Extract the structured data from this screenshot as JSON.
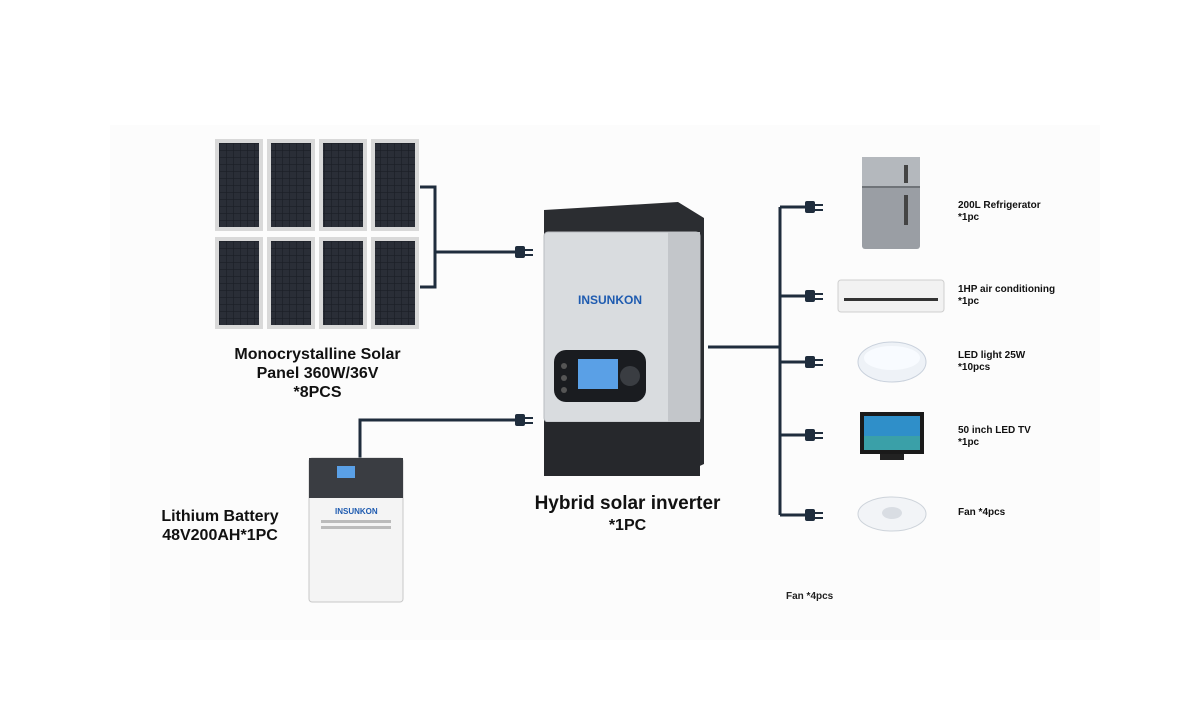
{
  "diagram": {
    "solar_panel": {
      "line1": "Monocrystalline Solar",
      "line2": "Panel 360W/36V",
      "line3": "*8PCS"
    },
    "battery": {
      "line1": "Lithium Battery",
      "line2": "48V200AH*1PC"
    },
    "inverter": {
      "line1": "Hybrid solar inverter",
      "line2": "*1PC",
      "brand": "INSUNKON"
    },
    "loads": [
      {
        "name": "200L Refrigerator",
        "qty": "*1pc",
        "icon": "refrigerator-icon"
      },
      {
        "name": "1HP air conditioning",
        "qty": "*1pc",
        "icon": "air-conditioner-icon"
      },
      {
        "name": "LED light 25W",
        "qty": "*10pcs",
        "icon": "ceiling-light-icon"
      },
      {
        "name": "50 inch LED TV",
        "qty": "*1pc",
        "icon": "tv-icon"
      },
      {
        "name": "Fan *4pcs",
        "qty": "",
        "icon": "ceiling-fan-icon"
      }
    ],
    "ghost_text": "Fan *4pcs"
  },
  "colors": {
    "wire": "#1f2d3d",
    "background": "#ffffff"
  }
}
